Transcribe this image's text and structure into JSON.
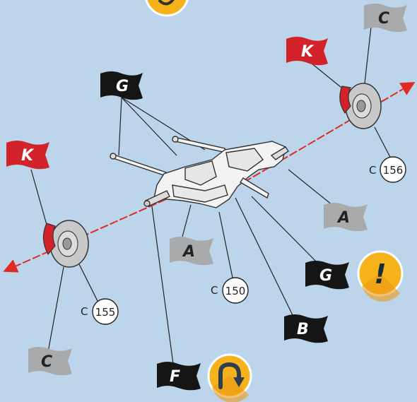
{
  "colors": {
    "background": "#bcd5ea",
    "flag_black": "#151515",
    "flag_red": "#d2232a",
    "flag_grey": "#a9aaac",
    "axis_red": "#e02a25",
    "badge_yellow": "#f6b21b",
    "badge_orange": "#ef9a17"
  },
  "flags": {
    "g_top": "G",
    "k_top_right": "K",
    "c_top_right": "C",
    "k_left": "K",
    "a_right": "A",
    "a_center": "A",
    "g_bottom": "G",
    "b_bottom": "B",
    "c_bottom_left": "C",
    "f_bottom": "F"
  },
  "refs": {
    "c156": {
      "letter": "C",
      "number": "156"
    },
    "c150": {
      "letter": "C",
      "number": "150"
    },
    "c155": {
      "letter": "C",
      "number": "155"
    }
  },
  "badges": {
    "warning": {
      "icon": "exclamation-icon",
      "glyph": "!"
    },
    "rotate": {
      "icon": "rotate-arrow-icon"
    },
    "top_partial": {
      "icon": "partial-badge-icon"
    }
  }
}
